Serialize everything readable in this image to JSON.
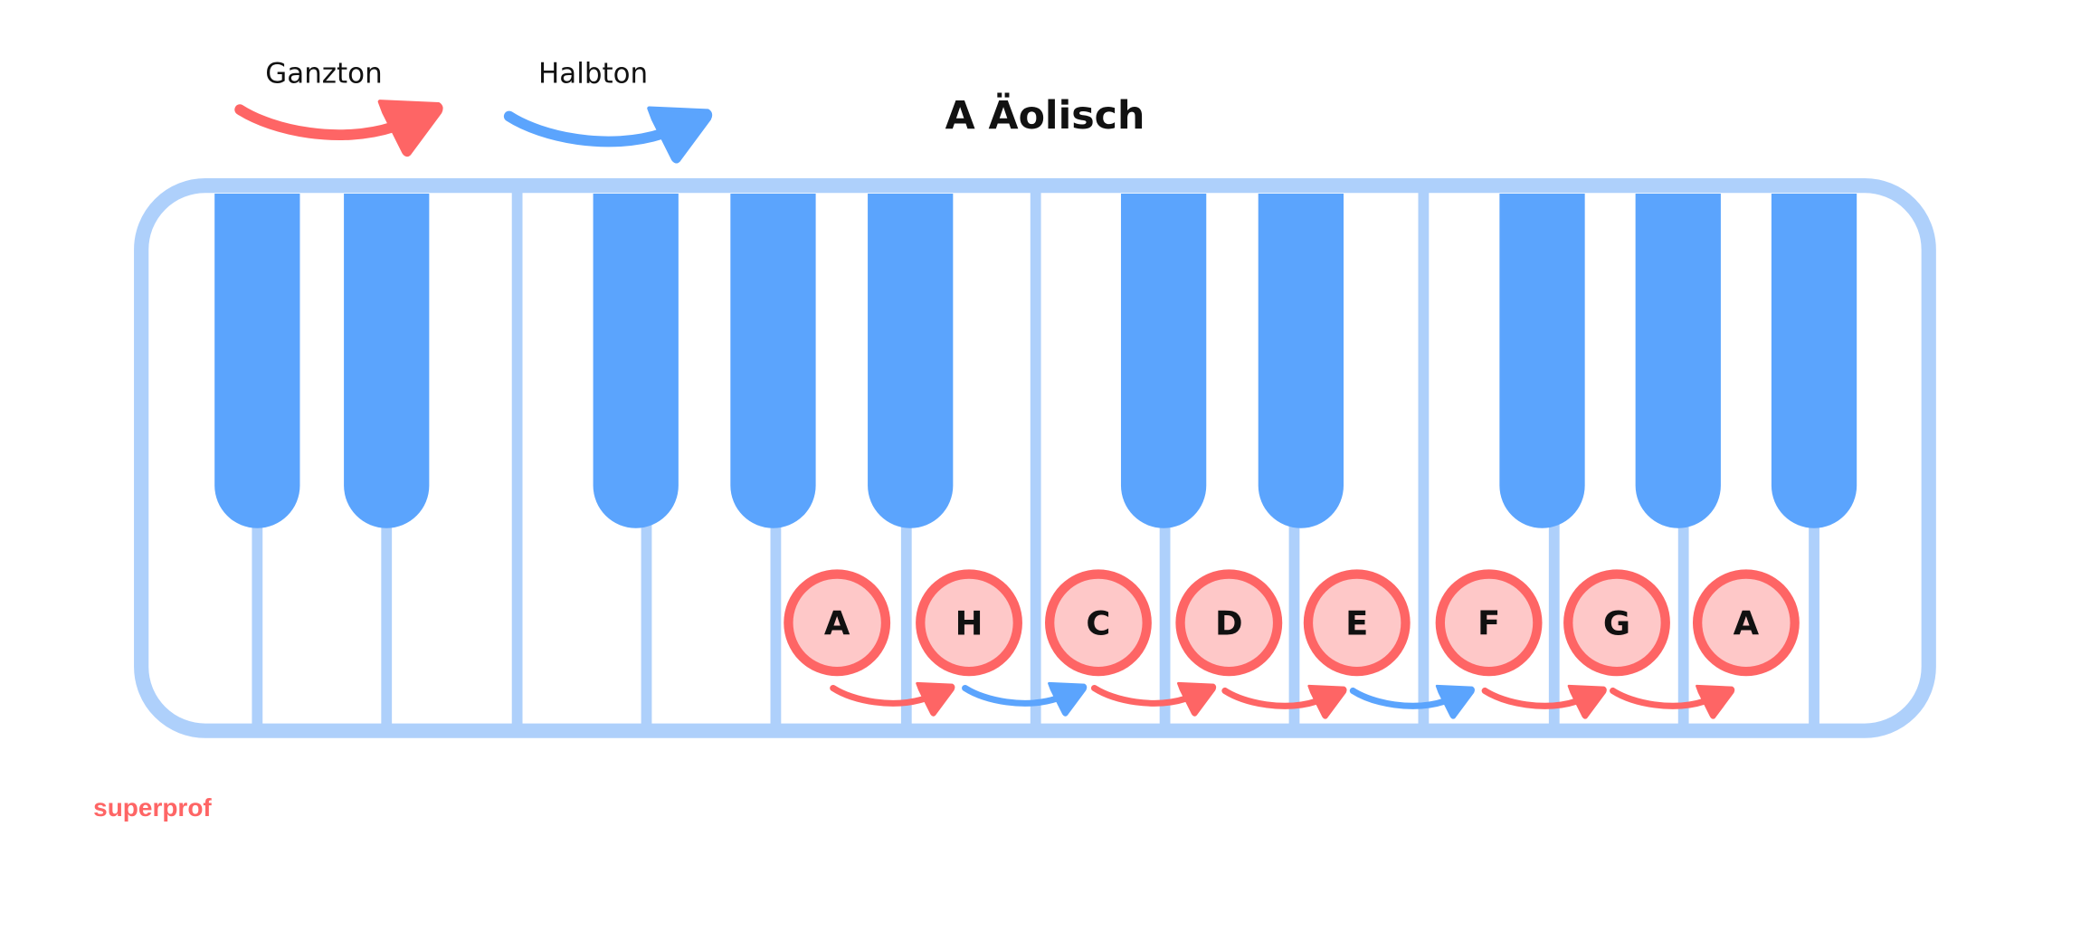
{
  "title": "A Äolisch",
  "legend": [
    {
      "label": "Ganzton",
      "type": "whole",
      "color": "#fe6565"
    },
    {
      "label": "Halbton",
      "type": "half",
      "color": "#5ba4fd"
    }
  ],
  "colors": {
    "frame": "#aed0fb",
    "black_key": "#5ba4fd",
    "circle_ring": "#fe6565",
    "circle_fill": "#fec8c8",
    "whole": "#fe6565",
    "half": "#5ba4fd"
  },
  "scale_notes": [
    "A",
    "H",
    "C",
    "D",
    "E",
    "F",
    "G",
    "A"
  ],
  "intervals": [
    "whole",
    "half",
    "whole",
    "whole",
    "half",
    "whole",
    "whole"
  ],
  "logo": "superprof"
}
